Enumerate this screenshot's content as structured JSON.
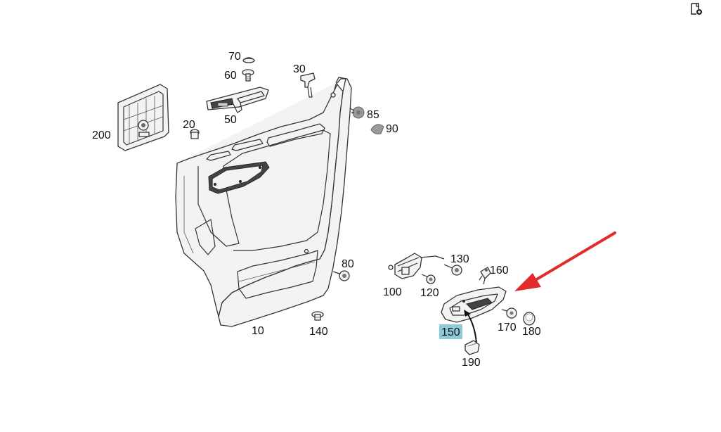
{
  "diagram": {
    "title": "Door panel exploded parts diagram",
    "accent_color": "#e32b2b",
    "highlight_color": "#8ec9d6",
    "highlighted_part": "150",
    "parts": [
      {
        "id": "p10",
        "label": "10"
      },
      {
        "id": "p20",
        "label": "20"
      },
      {
        "id": "p30",
        "label": "30"
      },
      {
        "id": "p50",
        "label": "50"
      },
      {
        "id": "p60",
        "label": "60"
      },
      {
        "id": "p70",
        "label": "70"
      },
      {
        "id": "p80",
        "label": "80"
      },
      {
        "id": "p85",
        "label": "85"
      },
      {
        "id": "p90",
        "label": "90"
      },
      {
        "id": "p100",
        "label": "100"
      },
      {
        "id": "p120",
        "label": "120"
      },
      {
        "id": "p130",
        "label": "130"
      },
      {
        "id": "p140",
        "label": "140"
      },
      {
        "id": "p150",
        "label": "150"
      },
      {
        "id": "p160",
        "label": "160"
      },
      {
        "id": "p170",
        "label": "170"
      },
      {
        "id": "p180",
        "label": "180"
      },
      {
        "id": "p190",
        "label": "190"
      },
      {
        "id": "p200",
        "label": "200"
      }
    ]
  },
  "toolbar": {
    "icon": "add-to-page-icon"
  }
}
